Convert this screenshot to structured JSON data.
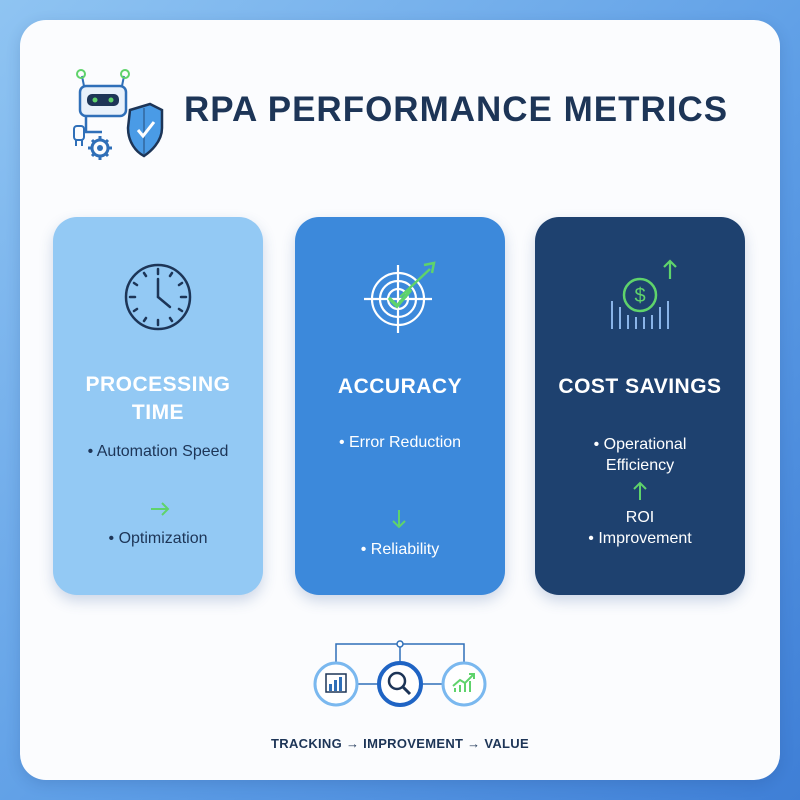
{
  "header": {
    "title": "RPA PERFORMANCE METRICS",
    "logo_icon": "robot-shield-gear-icon"
  },
  "panels": [
    {
      "title_line1": "PROCESSING",
      "title_line2": "TIME",
      "icon": "clock-icon",
      "bullets": [
        "• Automation Speed",
        "• Optimization"
      ],
      "arrow_icon": "arrow-right-icon",
      "color": "#93c9f4"
    },
    {
      "title_line1": "ACCURACY",
      "icon": "target-check-icon",
      "bullets": [
        "• Error Reduction",
        "• Reliability"
      ],
      "arrow_icon": "arrow-down-icon",
      "color": "#3c89db"
    },
    {
      "title_line1": "COST SAVINGS",
      "icon": "dollar-growth-icon",
      "bullets": [
        "• Operational",
        "Efficiency",
        "ROI",
        "• Improvement"
      ],
      "arrow_icon": "arrow-up-icon",
      "color": "#1e416f"
    }
  ],
  "flow": {
    "icons": [
      "bar-chart-icon",
      "magnifier-icon",
      "trend-up-icon"
    ]
  },
  "footer": {
    "tagline": "TRACKING → IMPROVEMENT → VALUE"
  },
  "colors": {
    "navy": "#1d3557",
    "accent_green": "#5fd36b",
    "background_blue": "#5e9ee6"
  }
}
